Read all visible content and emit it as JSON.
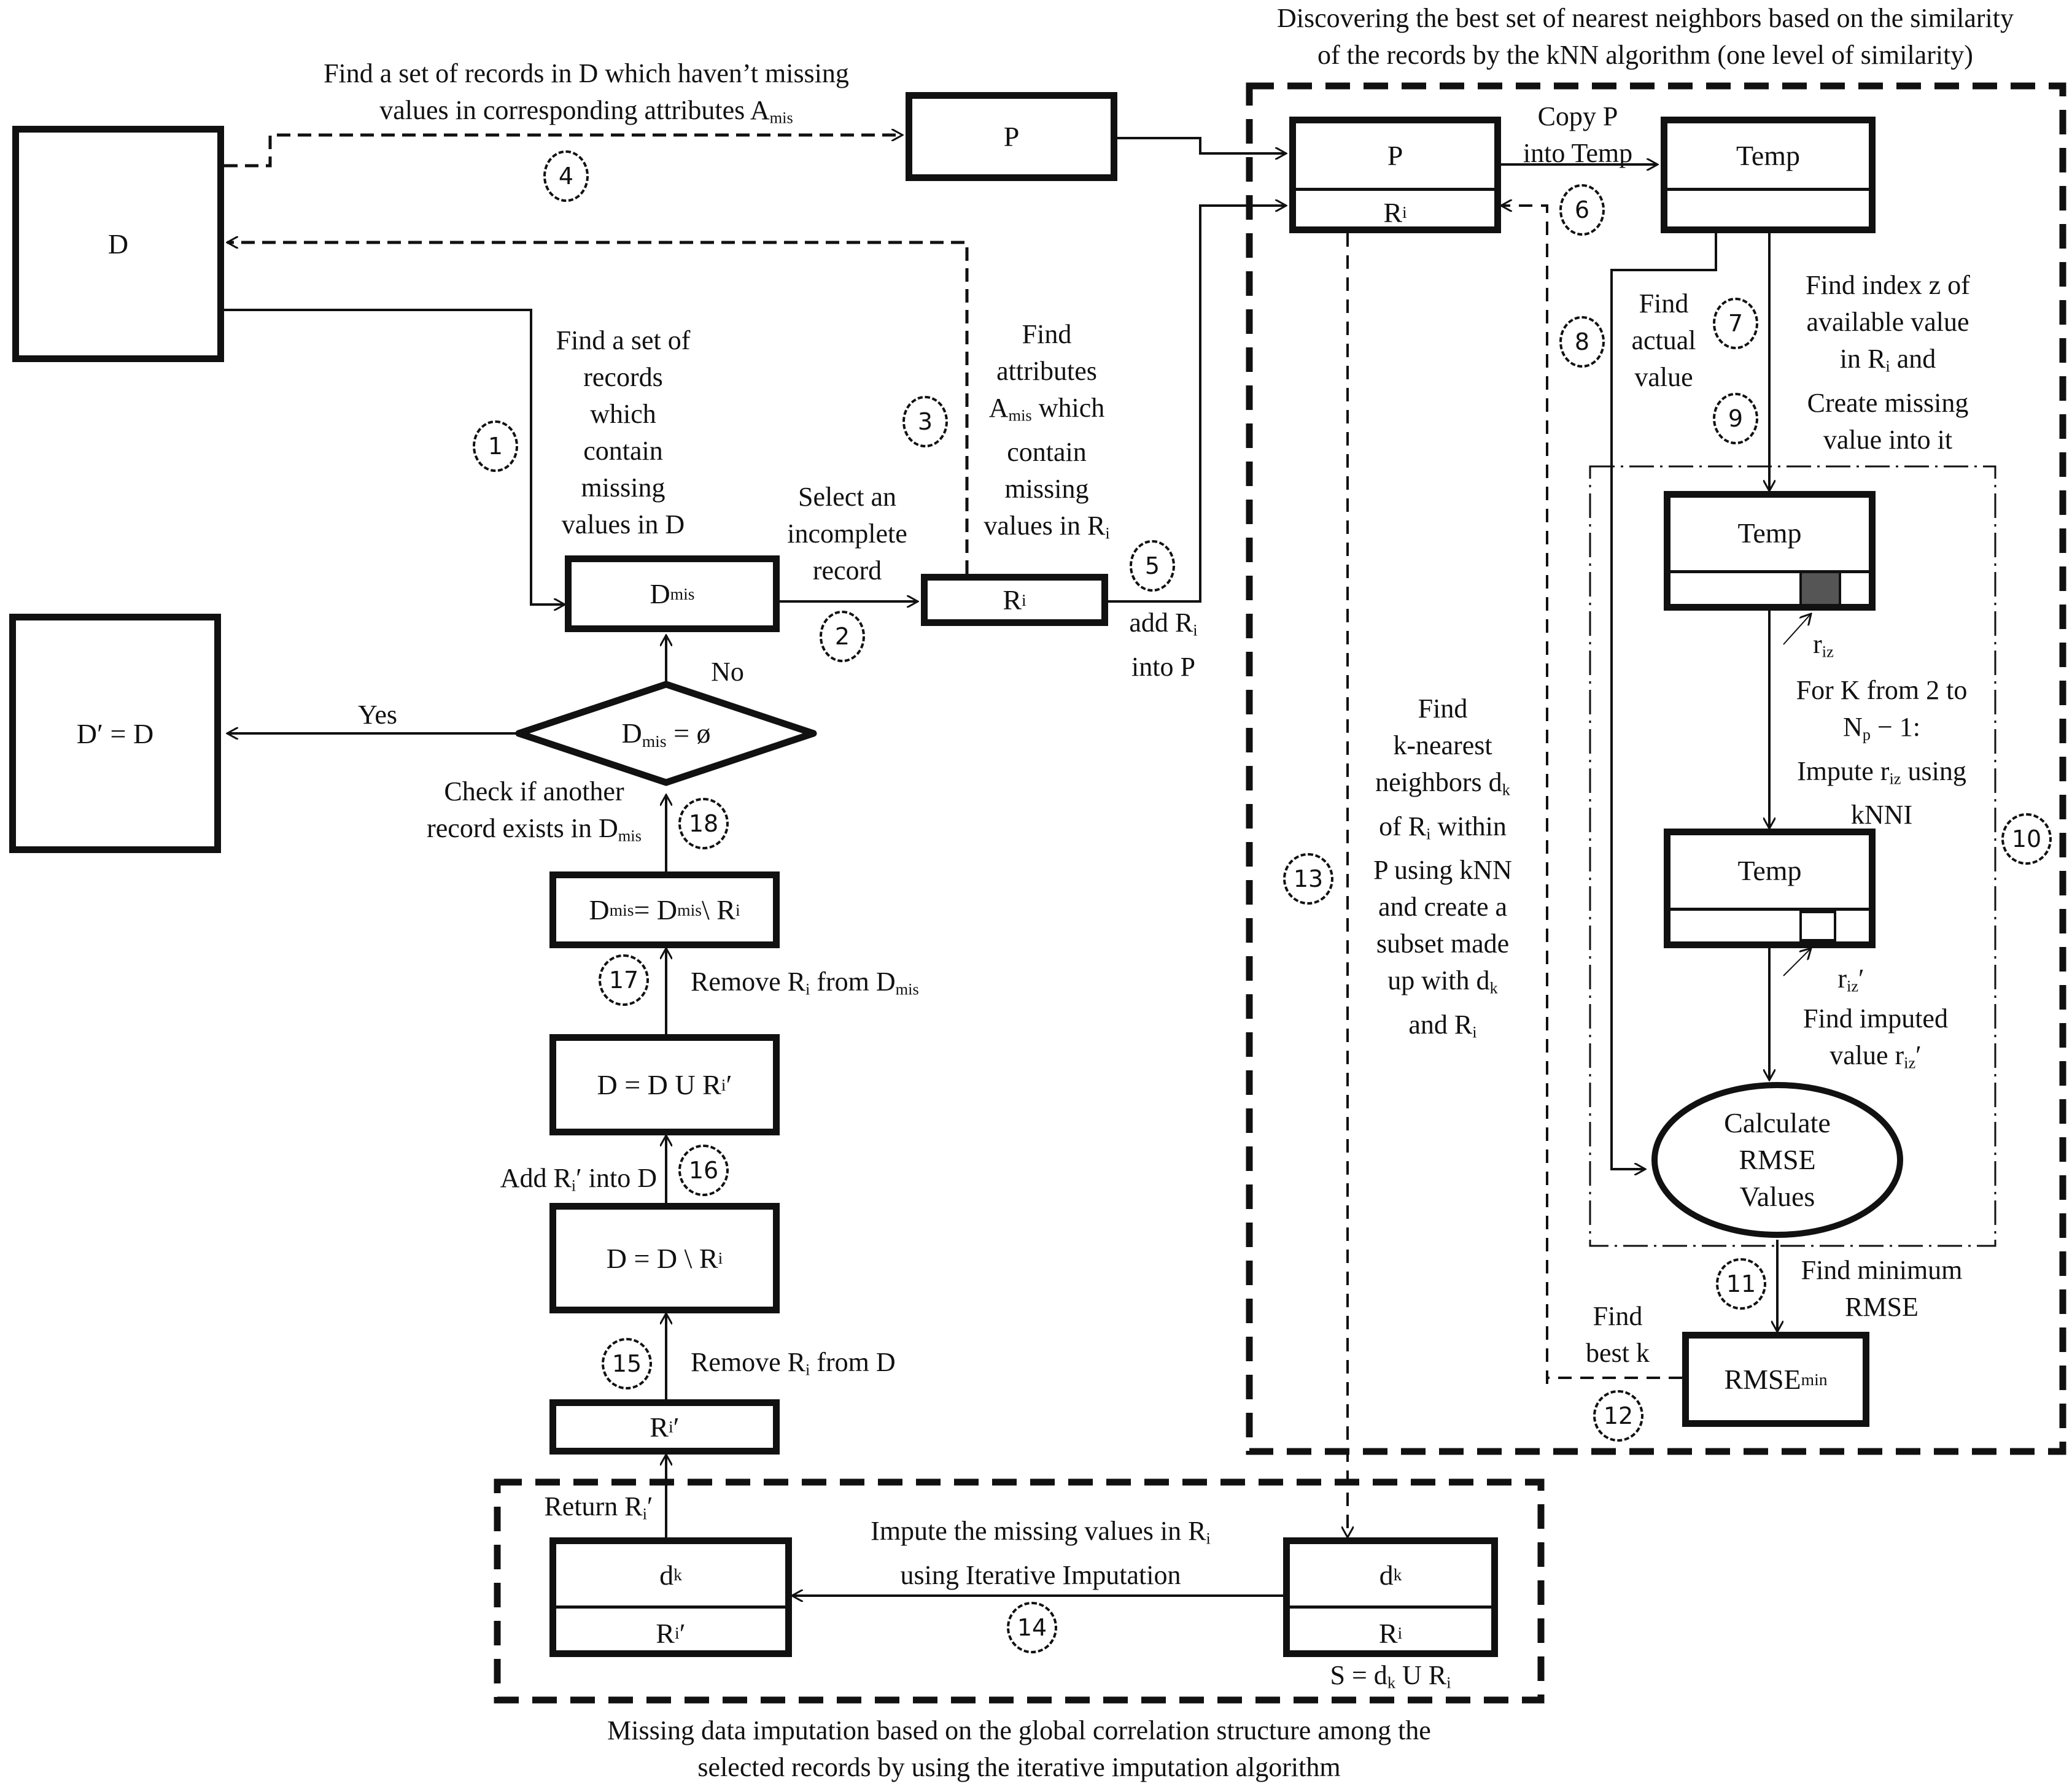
{
  "nodes": {
    "D": "D",
    "P_top": "P",
    "D_prime": "D′ = D",
    "D_mis": "D",
    "D_mis_sub": "mis",
    "R_i": "R",
    "R_i_sub": "i",
    "decision": "D",
    "decision_sub": "mis",
    "decision_rest": " = ø",
    "dmis_update": "D",
    "dmis_update_sub1": "mis",
    "dmis_update_mid": " = D",
    "dmis_update_sub2": "mis",
    "dmis_update_end": "\\ R",
    "dmis_update_sub3": "i",
    "d_union": "D = D U R",
    "d_union_sub": "i",
    "d_union_end": "′",
    "d_minus": "D = D \\ R",
    "d_minus_sub": "i",
    "ri_prime": "R",
    "ri_prime_sub": "i",
    "ri_prime_end": "′",
    "p_block_top": "P",
    "p_block_bottom": "R",
    "p_block_bottom_sub": "i",
    "temp1": "Temp",
    "temp2": "Temp",
    "temp3": "Temp",
    "ellipse_l1": "Calculate",
    "ellipse_l2": "RMSE",
    "ellipse_l3": "Values",
    "rmse_min": "RMSE",
    "rmse_min_sub": "min",
    "s_left_top": "d",
    "s_left_top_sub": "k",
    "s_left_bottom": "R",
    "s_left_bottom_sub": "i",
    "s_left_bottom_end": "′",
    "s_right_top": "d",
    "s_right_top_sub": "k",
    "s_right_bottom": "R",
    "s_right_bottom_sub": "i"
  },
  "labels": {
    "step4_l1": "Find a set of records in D which haven’t missing",
    "step4_l2": "values in corresponding  attributes A",
    "step4_l2_sub": "mis",
    "step1": [
      "Find a set of",
      "records",
      "which",
      "contain",
      "missing",
      "values in D"
    ],
    "step2": [
      "Select an",
      "incomplete",
      "record"
    ],
    "step3": [
      "Find",
      "attributes"
    ],
    "step3_amis": "A",
    "step3_amis_sub": "mis",
    "step3_amis_rest": " which",
    "step3_rest": [
      "contain",
      "missing"
    ],
    "step3_last": "values in R",
    "step3_last_sub": "i",
    "step5_l1": "add R",
    "step5_l1_sub": "i",
    "step5_l2": "into P",
    "no": "No",
    "yes": "Yes",
    "step18_l1": "Check if another",
    "step18_l2": "record exists in D",
    "step18_l2_sub": "mis",
    "step17": "Remove R",
    "step17_sub": "i",
    "step17_end": " from D",
    "step17_end_sub": "mis",
    "step16": "Add R",
    "step16_sub": "i",
    "step16_end": "′ into D",
    "step15": "Remove R",
    "step15_sub": "i",
    "step15_end": " from D",
    "return": "Return R",
    "return_sub": "i",
    "return_end": "′",
    "step14_l1": "Impute the missing values in R",
    "step14_l1_sub": "i",
    "step14_l2": "using Iterative Imputation",
    "s_def": "S = d",
    "s_def_sub": "k",
    "s_def_mid": " U R",
    "s_def_sub2": "i",
    "copy_l1": "Copy P",
    "copy_l2": "into Temp",
    "find_actual": [
      "Find",
      "actual",
      "value"
    ],
    "step7_l1": "Find index z of",
    "step7_l2": "available value",
    "step7_l3": "in R",
    "step7_l3_sub": "i",
    "step7_l3_end": "  and",
    "step7_l4": "Create missing",
    "step7_l5": "value into it",
    "riz": "r",
    "riz_sub": "iz",
    "loop_l1": "For K from 2 to",
    "loop_l2": "N",
    "loop_l2_sub": "p",
    "loop_l2_end": " − 1:",
    "loop_l3": "Impute r",
    "loop_l3_sub": "iz",
    "loop_l3_end": " using",
    "loop_l4": "kNNI",
    "riz_prime": "r",
    "riz_prime_sub": "iz",
    "riz_prime_end": "′",
    "imputed_l1": "Find imputed",
    "imputed_l2": "value r",
    "imputed_l2_sub": "iz",
    "imputed_l2_end": "′",
    "step11_l1": "Find minimum",
    "step11_l2": "RMSE",
    "best_k": [
      "Find",
      "best k"
    ],
    "step13": [
      "Find",
      "k-nearest"
    ],
    "step13_l3": "neighbors d",
    "step13_l3_sub": "k",
    "step13_l4": "of R",
    "step13_l4_sub": "i",
    "step13_l4_end": " within",
    "step13_rest": [
      "P using kNN",
      "and create a",
      "subset made"
    ],
    "step13_l8": "up with d",
    "step13_l8_sub": "k",
    "step13_l9": "and R",
    "step13_l9_sub": "i"
  },
  "regions": {
    "knn_title_l1": "Discovering the best set of nearest neighbors based on the similarity",
    "knn_title_l2": "of the records by the kNN algorithm (one level of similarity)",
    "iter_title_l1": "Missing data imputation based on the global correlation structure among the",
    "iter_title_l2": "selected records by using the iterative imputation algorithm"
  },
  "steps": [
    "1",
    "2",
    "3",
    "4",
    "5",
    "6",
    "7",
    "8",
    "9",
    "10",
    "11",
    "12",
    "13",
    "14",
    "15",
    "16",
    "17",
    "18"
  ]
}
